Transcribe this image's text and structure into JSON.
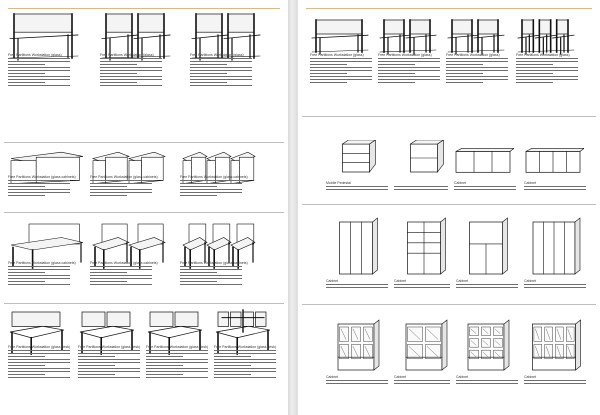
{
  "colors": {
    "paper": "#ffffff",
    "gutter": "#dcdcdc",
    "accent_rule": "#d7b98a",
    "divider": "#bdbdbd",
    "line": "#111111",
    "panel_fill": "#f4f4f4"
  },
  "left_page": {
    "rows": [
      {
        "kind": "workstation-desk",
        "items": [
          {
            "icon": "two-seat-workstation-icon",
            "caption": "Free Partitions Workstation (glass)"
          },
          {
            "icon": "four-seat-workstation-icon",
            "caption": "Free Partitions Workstation (glass)"
          },
          {
            "icon": "four-seat-l-workstation-icon",
            "caption": "Free Partitions Workstation (glass)"
          }
        ]
      },
      {
        "kind": "box-screen",
        "items": [
          {
            "icon": "single-screen-unit-icon",
            "caption": "Free Partitions Workstation (glass cabinets)"
          },
          {
            "icon": "double-screen-unit-icon",
            "caption": "Free Partitions Workstation (glass cabinets)"
          },
          {
            "icon": "triple-screen-unit-icon",
            "caption": "Free Partitions Workstation (glass cabinets)"
          }
        ]
      },
      {
        "kind": "screen-desk",
        "items": [
          {
            "icon": "single-desk-screen-icon",
            "caption": "Free Partitions Workstation (glass cabinets)"
          },
          {
            "icon": "double-desk-screen-icon",
            "caption": "Free Partitions Workstation (glass cabinets)"
          },
          {
            "icon": "long-desk-screen-icon",
            "caption": "Free Partitions Workstation (glass cabinets)"
          }
        ]
      },
      {
        "kind": "corner-desk",
        "items": [
          {
            "icon": "single-corner-desk-icon",
            "caption": "Free Partitions Workstation (glass desk)"
          },
          {
            "icon": "dual-corner-desk-icon",
            "caption": "Free Partitions Workstation (glass desk)"
          },
          {
            "icon": "paired-corner-desk-icon",
            "caption": "Free Partitions Workstation (glass desk)"
          },
          {
            "icon": "cross-corner-desk-icon",
            "caption": "Free Partitions Workstation (glass desk)"
          }
        ]
      }
    ]
  },
  "right_page": {
    "rows": [
      {
        "kind": "workstation-desk",
        "items": [
          {
            "icon": "single-seat-workstation-icon",
            "caption": "Free Partitions Workstation (glass)"
          },
          {
            "icon": "two-seat-bench-icon",
            "caption": "Free Partitions Workstation (glass)"
          },
          {
            "icon": "four-seat-bench-icon",
            "caption": "Free Partitions Workstation (glass)"
          },
          {
            "icon": "cluster-workstation-icon",
            "caption": "Free Partitions Workstation (glass)"
          }
        ]
      },
      {
        "kind": "storage-low",
        "items": [
          {
            "icon": "mobile-pedestal-icon",
            "caption": "Mobile Pedestal"
          },
          {
            "icon": "fixed-pedestal-icon",
            "caption": ""
          },
          {
            "icon": "low-credenza-icon",
            "caption": "Cabinet"
          },
          {
            "icon": "long-credenza-icon",
            "caption": "Cabinet"
          }
        ]
      },
      {
        "kind": "cabinet-tall",
        "items": [
          {
            "icon": "tall-wardrobe-icon",
            "caption": "Cabinet"
          },
          {
            "icon": "open-shelf-cabinet-icon",
            "caption": "Cabinet"
          },
          {
            "icon": "half-open-cabinet-icon",
            "caption": "Cabinet"
          },
          {
            "icon": "wide-wardrobe-icon",
            "caption": "Cabinet"
          }
        ]
      },
      {
        "kind": "cabinet-glass",
        "items": [
          {
            "icon": "glass-bookcase-icon",
            "caption": "Cabinet"
          },
          {
            "icon": "glass-tall-cabinet-icon",
            "caption": "Cabinet"
          },
          {
            "icon": "grid-bookcase-icon",
            "caption": "Cabinet"
          },
          {
            "icon": "glass-wide-bookcase-icon",
            "caption": "Cabinet"
          }
        ]
      }
    ]
  }
}
